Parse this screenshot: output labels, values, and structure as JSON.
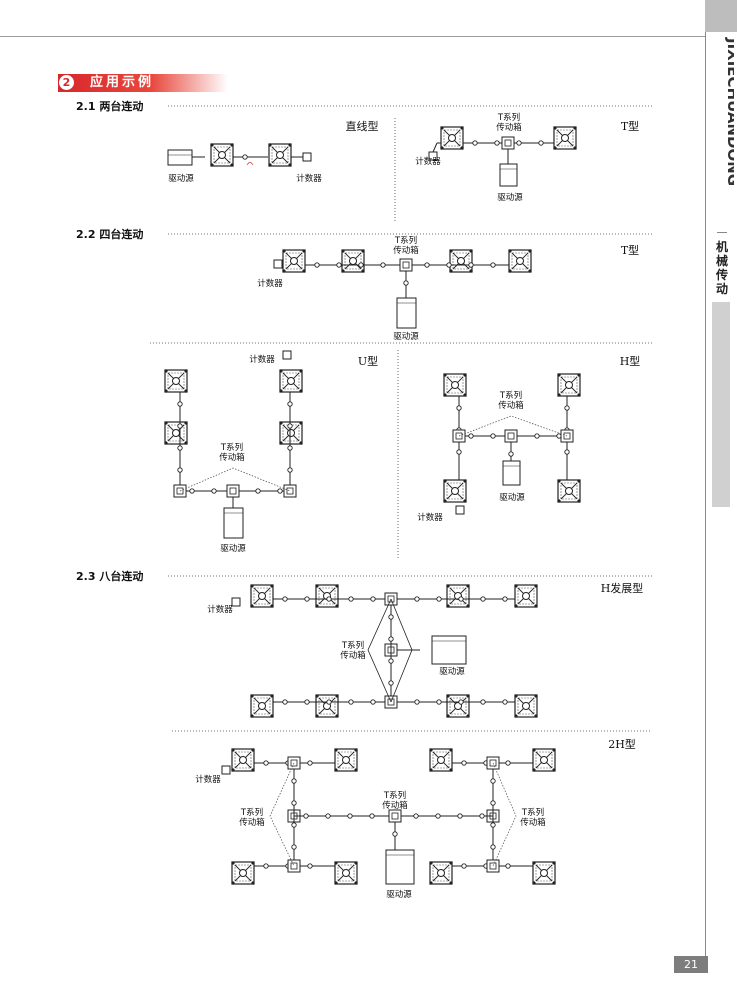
{
  "sidebar": {
    "brand": "JIXIECHUANDONG",
    "category": "机械传动"
  },
  "page_number": "21",
  "section": {
    "number": "2",
    "title": "应用示例"
  },
  "subsections": {
    "s21": "2.1 两台连动",
    "s22": "2.2 四台连动",
    "s23": "2.3 八台连动"
  },
  "types": {
    "straight": "直线型",
    "t": "T型",
    "u": "U型",
    "h": "H型",
    "h_dev": "H发展型",
    "h2": "2H型"
  },
  "labels": {
    "drive": "驱动源",
    "counter": "计数器",
    "gearbox_line1": "T系列",
    "gearbox_line2": "传动箱"
  }
}
